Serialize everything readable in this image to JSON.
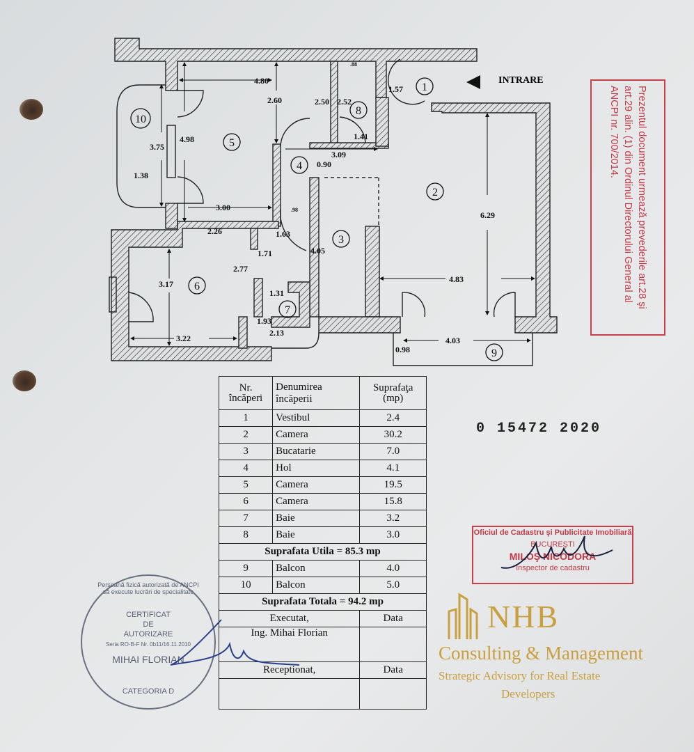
{
  "plan": {
    "entrance_label": "INTRARE",
    "room_numbers": [
      "1",
      "2",
      "3",
      "4",
      "5",
      "6",
      "7",
      "8",
      "9",
      "10"
    ],
    "dimensions": [
      "4.80",
      "2.60",
      "2.50",
      "2.52",
      ".88",
      "1.57",
      "1.41",
      "3.09",
      "0.90",
      "4.98",
      "3.75",
      "1.38",
      "3.00",
      ".98",
      "2.26",
      "1.63",
      "1.71",
      "4.05",
      "6.29",
      "2.77",
      "3.17",
      "1.31",
      "1.93",
      "2.13",
      "3.22",
      "4.83",
      "0.98",
      "4.03"
    ]
  },
  "table": {
    "headers": [
      "Nr. încăperi",
      "Denumirea încăperii",
      "Suprafaţa (mp)"
    ],
    "rows": [
      {
        "nr": "1",
        "name": "Vestibul",
        "area": "2.4"
      },
      {
        "nr": "2",
        "name": "Camera",
        "area": "30.2"
      },
      {
        "nr": "3",
        "name": "Bucatarie",
        "area": "7.0"
      },
      {
        "nr": "4",
        "name": "Hol",
        "area": "4.1"
      },
      {
        "nr": "5",
        "name": "Camera",
        "area": "19.5"
      },
      {
        "nr": "6",
        "name": "Camera",
        "area": "15.8"
      },
      {
        "nr": "7",
        "name": "Baie",
        "area": "3.2"
      },
      {
        "nr": "8",
        "name": "Baie",
        "area": "3.0"
      }
    ],
    "useful_area": "Suprafata Utila = 85.3 mp",
    "balcony_rows": [
      {
        "nr": "9",
        "name": "Balcon",
        "area": "4.0"
      },
      {
        "nr": "10",
        "name": "Balcon",
        "area": "5.0"
      }
    ],
    "total_area": "Suprafata Totala = 94.2 mp",
    "executed_label": "Executat,",
    "executed_by": "Ing. Mihai Florian",
    "received_label": "Receptionat,",
    "date_label": "Data"
  },
  "serial_number": "0  15472  2020",
  "red_notice": "Prezentul document urmează prevederile art.28 şi art.29 alin. (1) din Ordinul Directorului General al ANCPI nr. 700/2014.",
  "cadastre_stamp": {
    "office": "Oficiul de Cadastru şi Publicitate Imobiliară",
    "city": "BUCUREŞTI",
    "name": "MILOŞ NICODORA",
    "role": "Inspector de cadastru"
  },
  "round_stamp": {
    "ring": "Persoană fizică autorizată de ANCPI să execute lucrări de specialitate",
    "line1": "CERTIFICAT",
    "line2": "DE",
    "line3": "AUTORIZARE",
    "series": "Seria RO-B-F Nr. 0b11/16.11.2010",
    "name": "MIHAI FLORIAN",
    "category": "CATEGORIA D"
  },
  "watermark": {
    "brand": "NHB",
    "line1": "Consulting & Management",
    "line2": "Strategic Advisory for Real Estate",
    "line3": "Developers",
    "color": "#c9a040"
  },
  "colors": {
    "stamp_red": "#c8404a",
    "ink_blue": "#2a3f8a",
    "paper": "#e4e6e7"
  }
}
